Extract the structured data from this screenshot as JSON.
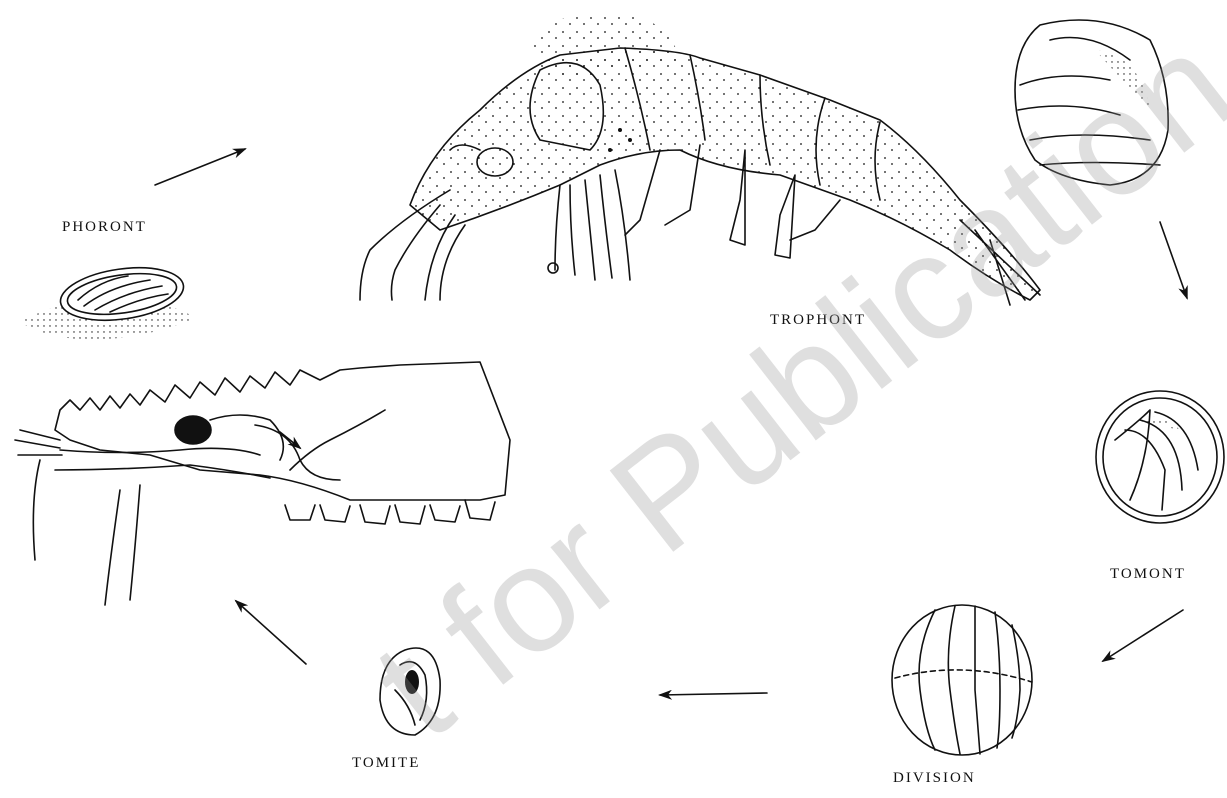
{
  "labels": {
    "phoront": "PHORONT",
    "trophont": "TROPHONT",
    "tomont": "TOMONT",
    "division": "DIVISION",
    "tomite": "TOMITE"
  },
  "watermark": "t for Publication",
  "colors": {
    "ink": "#111111",
    "watermark": "#969696"
  }
}
